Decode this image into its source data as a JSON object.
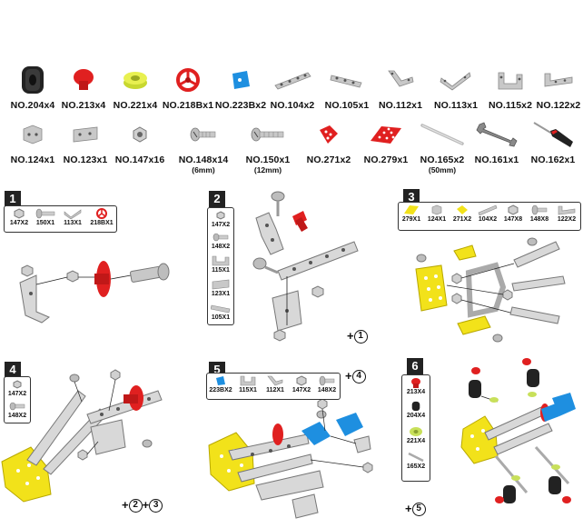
{
  "parts_row1": [
    {
      "label": "NO.204x4",
      "icon": "tire-icon"
    },
    {
      "label": "NO.213x4",
      "icon": "red-cap-icon"
    },
    {
      "label": "NO.221x4",
      "icon": "yellow-ring-icon"
    },
    {
      "label": "NO.218Bx1",
      "icon": "steering-wheel-icon"
    },
    {
      "label": "NO.223Bx2",
      "icon": "blue-seat-icon"
    },
    {
      "label": "NO.104x2",
      "icon": "long-strip-icon"
    },
    {
      "label": "NO.105x1",
      "icon": "strip-icon"
    },
    {
      "label": "NO.112x1",
      "icon": "angle-bracket-icon"
    },
    {
      "label": "NO.113x1",
      "icon": "v-bracket-icon"
    },
    {
      "label": "NO.115x2",
      "icon": "u-bracket-icon"
    },
    {
      "label": "NO.122x2",
      "icon": "l-bracket-icon"
    }
  ],
  "parts_row2": [
    {
      "label": "NO.124x1",
      "sub": "",
      "icon": "corner-block-icon"
    },
    {
      "label": "NO.123x1",
      "sub": "",
      "icon": "double-block-icon"
    },
    {
      "label": "NO.147x16",
      "sub": "",
      "icon": "nut-icon"
    },
    {
      "label": "NO.148x14",
      "sub": "(6mm)",
      "icon": "short-screw-icon"
    },
    {
      "label": "NO.150x1",
      "sub": "(12mm)",
      "icon": "long-screw-icon"
    },
    {
      "label": "NO.271x2",
      "sub": "",
      "icon": "red-plate-icon"
    },
    {
      "label": "NO.279x1",
      "sub": "",
      "icon": "red-grid-plate-icon"
    },
    {
      "label": "NO.165x2",
      "sub": "(50mm)",
      "icon": "axle-rod-icon"
    },
    {
      "label": "NO.161x1",
      "sub": "",
      "icon": "wrench-icon"
    },
    {
      "label": "NO.162x1",
      "sub": "",
      "icon": "screwdriver-icon"
    }
  ],
  "steps": [
    {
      "number": "1",
      "parts": [
        "147X2",
        "150X1",
        "113X1",
        "218BX1"
      ],
      "plus": []
    },
    {
      "number": "2",
      "parts": [
        "147X2",
        "148X2",
        "115X1",
        "123X1",
        "105X1"
      ],
      "plus": [
        "1"
      ]
    },
    {
      "number": "3",
      "parts": [
        "279X1",
        "124X1",
        "271X2",
        "104X2",
        "147X8",
        "148X8",
        "122X2"
      ],
      "plus": []
    },
    {
      "number": "4",
      "parts": [
        "147X2",
        "148X2"
      ],
      "plus": [
        "2",
        "3"
      ]
    },
    {
      "number": "5",
      "parts": [
        "223BX2",
        "115X1",
        "112X1",
        "147X2",
        "148X2"
      ],
      "plus": [
        "4"
      ]
    },
    {
      "number": "6",
      "parts": [
        "213X4",
        "204X4",
        "221X4",
        "165X2"
      ],
      "plus": [
        "5"
      ]
    }
  ],
  "colors": {
    "metal": "#c8c8c8",
    "red": "#e02020",
    "yellow": "#f2e21a",
    "blue": "#1e8fe0",
    "dark": "#222222",
    "lime": "#c8e05a"
  }
}
